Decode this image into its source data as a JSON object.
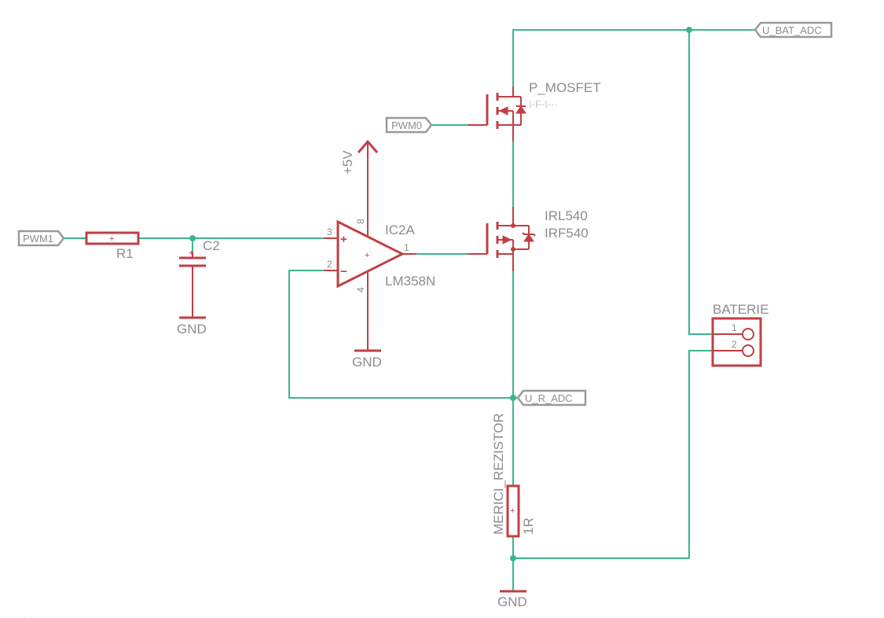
{
  "ports": {
    "pwm1": "PWM1",
    "pwm0": "PWM0",
    "u_bat_adc": "U_BAT_ADC",
    "u_r_adc": "U_R_ADC"
  },
  "components": {
    "r1": {
      "name": "R1",
      "body_mark": "+"
    },
    "c2": {
      "name": "C2"
    },
    "ic2a": {
      "name": "IC2A",
      "value": "LM358N",
      "pin_plus": "+",
      "pin_minus": "−",
      "pins": {
        "in_plus": "3",
        "in_minus": "2",
        "out": "1",
        "vcc": "8",
        "gnd": "4"
      }
    },
    "p_mosfet": {
      "name": "P_MOSFET",
      "value_obscured": "IRF9540"
    },
    "n_mosfet": {
      "name": "IRL540",
      "value": "IRF540"
    },
    "baterie": {
      "name": "BATERIE",
      "pins": {
        "p1": "1",
        "p2": "2"
      }
    },
    "merici_rezistor": {
      "name": "MERICI_REZISTOR",
      "value": "1R",
      "body_mark": "+"
    }
  },
  "supplies": {
    "vcc": "+5V",
    "gnd_c2": "GND",
    "gnd_ic": "GND",
    "gnd_main": "GND"
  }
}
